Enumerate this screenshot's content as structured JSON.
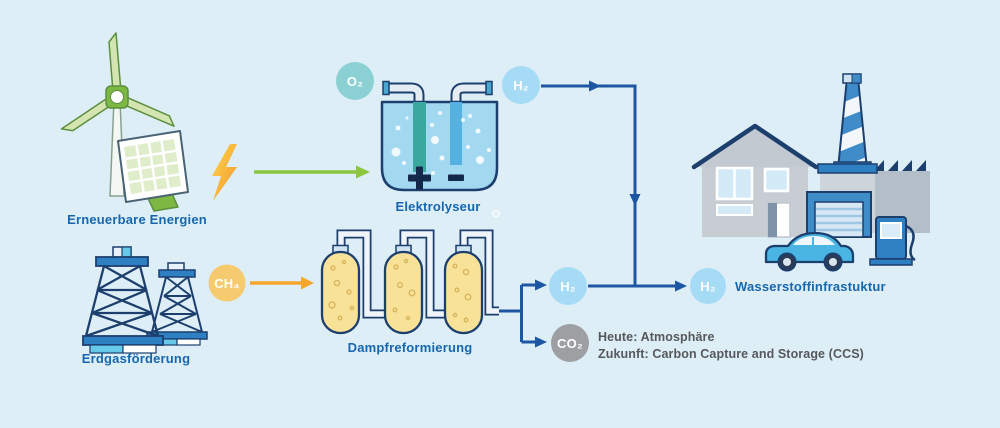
{
  "title": "Wasserstoff-Herstellungswege (Infografik)",
  "labels": {
    "renewables": "Erneuerbare Energien",
    "electrolyzer": "Elektrolyseur",
    "natural_gas": "Erdgasförderung",
    "reformer": "Dampfreformierung",
    "infrastructure": "Wasserstoffinfrastuktur"
  },
  "molecules": {
    "o2": "O₂",
    "h2_electrolysis": "H₂",
    "ch4": "CH₄",
    "h2_reforming": "H₂",
    "h2_final": "H₂",
    "co2": "CO₂"
  },
  "co2_fate": {
    "today": "Heute: Atmosphäre",
    "future": "Zukunft: Carbon Capture and Storage (CCS)"
  },
  "colors": {
    "background": "#ddeef7",
    "flow_arrow_blue": "#1d56a2",
    "label_blue": "#1767ae",
    "electricity_green": "#8cc63f",
    "methane_orange": "#f6a62d",
    "ch4_badge": "#f6ca6e",
    "o2_badge": "#8bd0d3",
    "h2_badge": "#a5dbf5",
    "co2_badge": "#9d9fa2",
    "note_gray": "#57585c",
    "outline_navy": "#1c3f6e",
    "tank_water": "#a3d9f0",
    "reformer_tank": "#f8e298"
  },
  "icons": [
    "wind-turbine-icon",
    "solar-panel-icon",
    "lightning-icon",
    "electrolyzer-icon",
    "gas-derrick-icon",
    "reformer-icon",
    "house-icon",
    "factory-icon",
    "car-icon",
    "fuel-pump-icon"
  ]
}
